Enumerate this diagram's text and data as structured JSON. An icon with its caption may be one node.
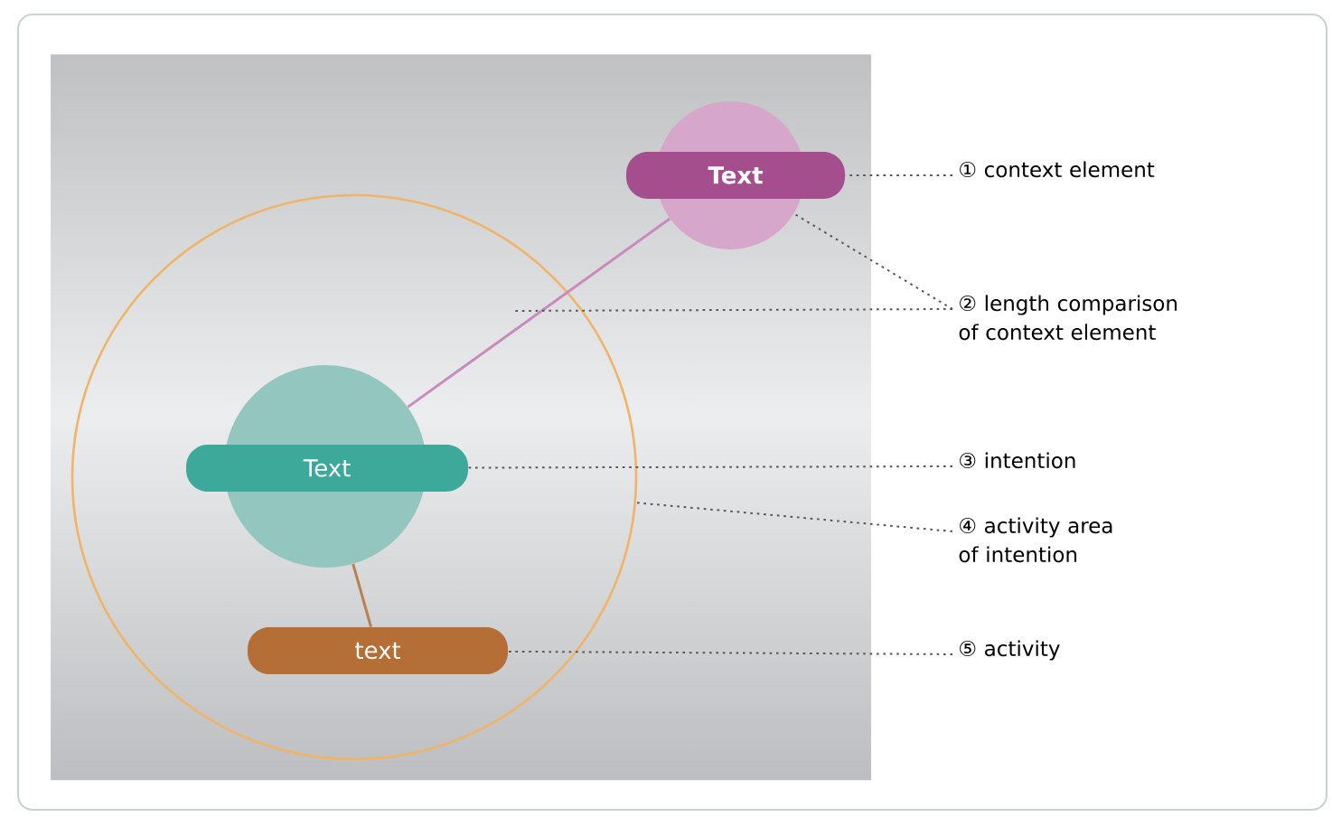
{
  "diagram": {
    "nodes": [
      {
        "text": [],
        "shape": "circle"
      },
      {
        "text": [],
        "shape": "circle"
      },
      {
        "text": [
          "Text"
        ]
      },
      {
        "text": [],
        "shape": "circle",
        "in": 0
      },
      {
        "text": [
          "Text"
        ],
        "in": 0
      },
      {
        "text": [
          "text"
        ],
        "in": 0
      },
      {
        "text": [
          "① context element"
        ]
      },
      {
        "text": [
          "② length comparison of context element"
        ]
      },
      {
        "text": [
          "③ intention"
        ]
      },
      {
        "text": [
          "④ activity area of intention"
        ]
      },
      {
        "text": [
          "⑤ activity"
        ]
      }
    ],
    "edges": [
      {
        "from": 3,
        "to": 1,
        "arrow": "none",
        "color": "#c98bbd"
      },
      {
        "from": 3,
        "to": 5,
        "arrow": "none",
        "color": "#b9804f"
      },
      {
        "from": 6,
        "to": 2,
        "arrow": "none",
        "style": "dashed"
      },
      {
        "from": 7,
        "to": null,
        "arrow": "none",
        "style": "dashed"
      },
      {
        "from": 7,
        "to": 1,
        "arrow": "none",
        "style": "dashed"
      },
      {
        "from": 8,
        "to": 4,
        "arrow": "none",
        "style": "dashed"
      },
      {
        "from": 9,
        "to": 0,
        "arrow": "none",
        "style": "dashed"
      },
      {
        "from": 10,
        "to": 5,
        "arrow": "none",
        "style": "dashed"
      }
    ]
  }
}
